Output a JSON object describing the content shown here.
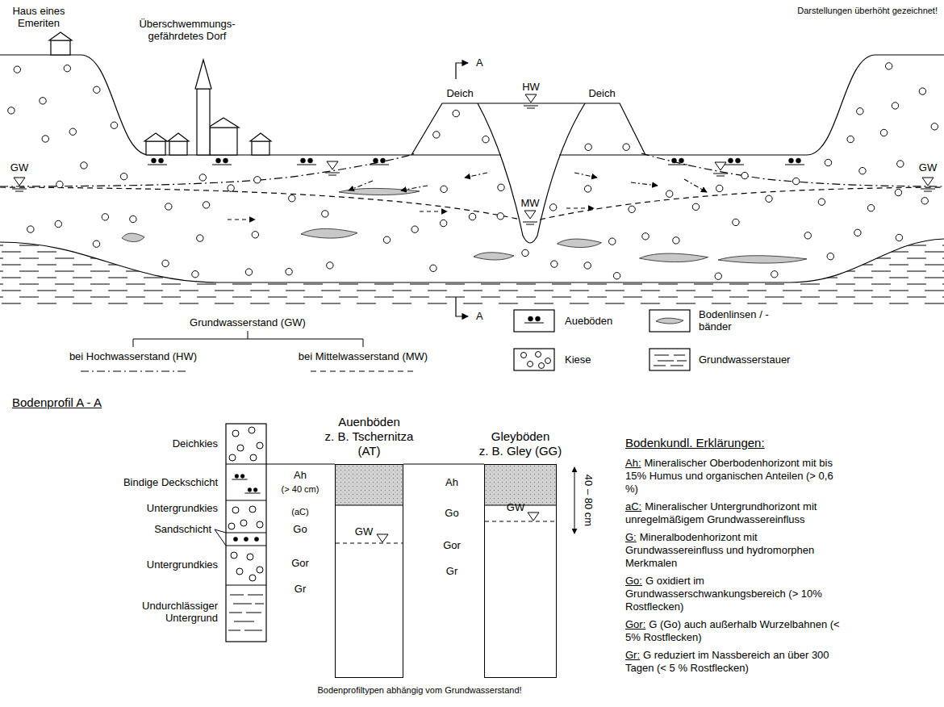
{
  "diagram": {
    "nodes": [
      {
        "text": [
          "Auenböden",
          "z. B. Tschernitza (AT)",
          "GW"
        ]
      },
      {
        "text": [
          "Gleyböden",
          "z. B. Gley (GG)",
          "GW"
        ]
      }
    ],
    "labels": [
      "Haus eines Emeriten",
      "Überschwemmungs- gefährdetes Dorf",
      "Darstellungen überhöht gezeichnet!",
      "A",
      "Deich",
      "HW",
      "Deich",
      "GW",
      "MW",
      "GW",
      "A",
      "Grundwasserstand (GW)",
      "Bodenprofil A - A",
      "Deichkies",
      "Bindige Deckschicht",
      "Untergrundkies",
      "Sandschicht",
      "Untergrundkies",
      "Undurchlässiger Untergrund",
      "Ah",
      "(> 40 cm)",
      "(aC)",
      "Go",
      "Gor",
      "Gr",
      "Ah",
      "Go",
      "Gor",
      "Gr",
      "40 – 80 cm",
      "Bodenprofiltypen abhängig vom Grundwasserstand!",
      "Bodenkundl. Erklärungen:",
      "Ah:",
      "Mineralischer Oberbodenhorizont mit bis 15% Humus und organischen Anteilen (> 0,6 %)",
      "aC:",
      "Mineralischer Untergrundhorizont mit unregelmäßigem Grundwassereinfluss",
      "G:",
      "Mineralbodenhorizont mit Grundwassereinfluss und hydromorphen Merkmalen",
      "Go:",
      "G oxidiert im Grundwasserschwankungsbereich (> 10% Rostflecken)",
      "Gor:",
      "G (Go) auch außerhalb Wurzelbahnen (< 5% Rostflecken)",
      "Gr:",
      "G reduziert im Nassbereich an über 300 Tagen (< 5 % Rostflecken)"
    ],
    "legend": [
      {
        "text": "bei Hochwasserstand (HW)"
      },
      {
        "text": "bei Mittelwasserstand (MW)"
      },
      {
        "text": "Aueböden"
      },
      {
        "text": "Kiese"
      },
      {
        "text": "Bodenlinsen / -bänder"
      },
      {
        "text": "Grundwasserstauer"
      }
    ]
  }
}
